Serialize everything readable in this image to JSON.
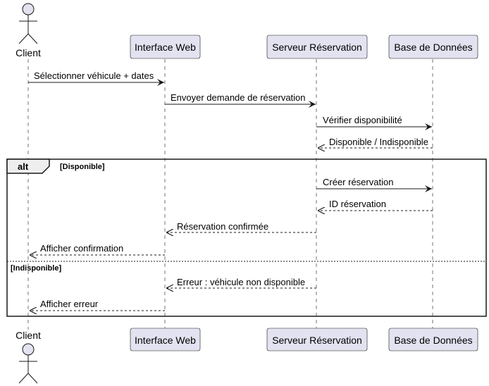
{
  "participants": {
    "client": "Client",
    "web": "Interface Web",
    "server": "Serveur Réservation",
    "db": "Base de Données"
  },
  "messages": [
    {
      "from": "client",
      "to": "web",
      "label": "Sélectionner véhicule + dates",
      "style": "solid"
    },
    {
      "from": "web",
      "to": "server",
      "label": "Envoyer demande de réservation",
      "style": "solid"
    },
    {
      "from": "server",
      "to": "db",
      "label": "Vérifier disponibilité",
      "style": "solid"
    },
    {
      "from": "db",
      "to": "server",
      "label": "Disponible / Indisponible",
      "style": "dashed"
    },
    {
      "from": "server",
      "to": "db",
      "label": "Créer réservation",
      "style": "solid"
    },
    {
      "from": "db",
      "to": "server",
      "label": "ID réservation",
      "style": "dashed"
    },
    {
      "from": "server",
      "to": "web",
      "label": "Réservation confirmée",
      "style": "dashed"
    },
    {
      "from": "web",
      "to": "client",
      "label": "Afficher confirmation",
      "style": "dashed"
    },
    {
      "from": "server",
      "to": "web",
      "label": "Erreur : véhicule non disponible",
      "style": "dashed"
    },
    {
      "from": "web",
      "to": "client",
      "label": "Afficher erreur",
      "style": "dashed"
    }
  ],
  "alt": {
    "keyword": "alt",
    "guard1": "[Disponible]",
    "guard2": "[Indisponible]"
  },
  "colors": {
    "participant_fill": "#e2e2f0",
    "participant_stroke": "#181818",
    "line": "#181818",
    "lifeline": "#181818"
  }
}
